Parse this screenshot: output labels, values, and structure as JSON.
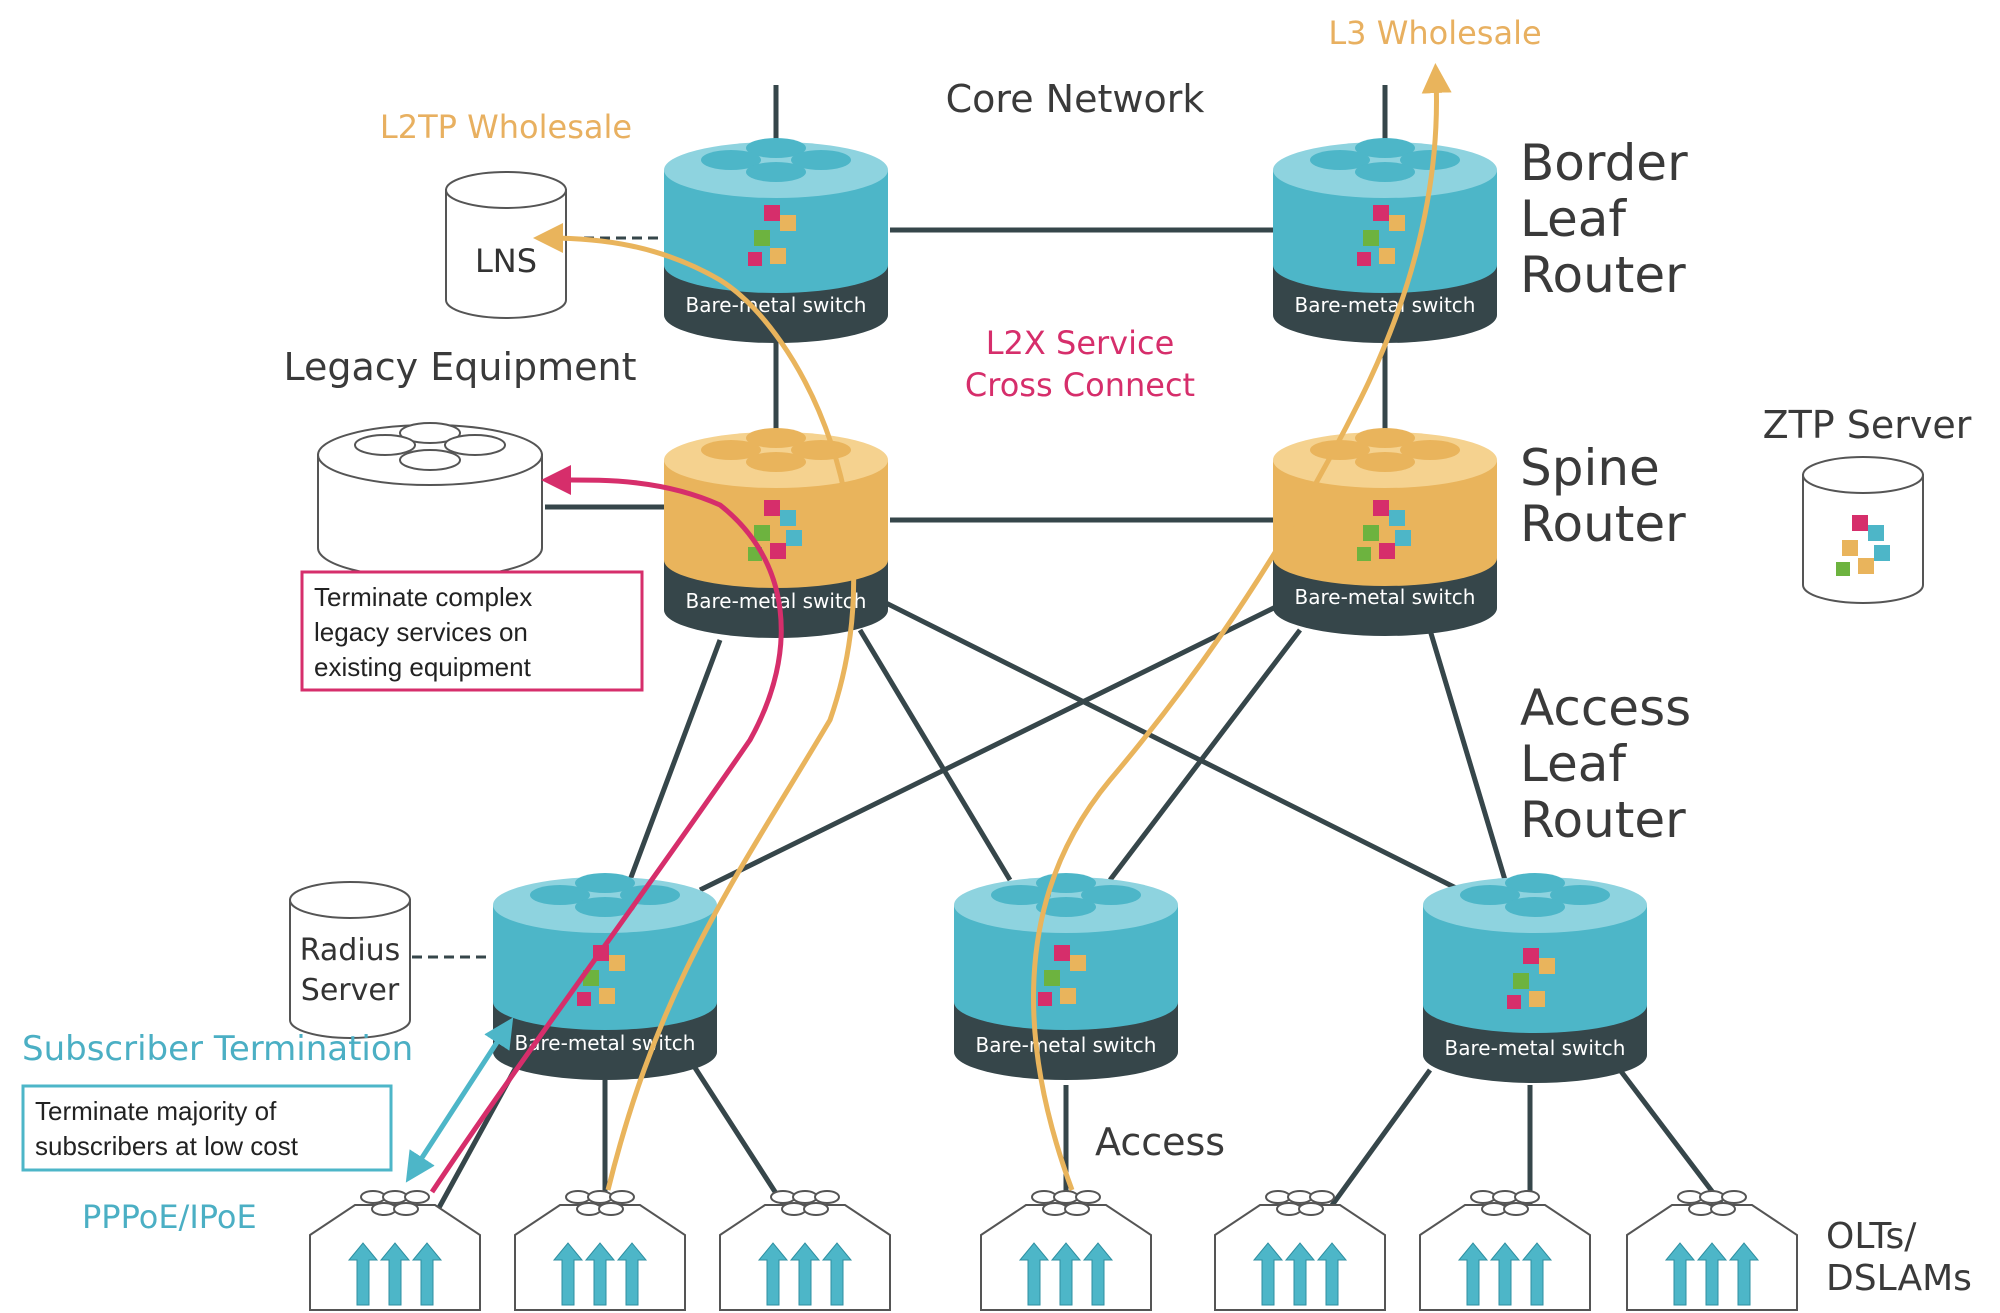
{
  "labels": {
    "core_network": "Core Network",
    "l3_wholesale": "L3 Wholesale",
    "l2tp_wholesale": "L2TP Wholesale",
    "legacy_equipment": "Legacy Equipment",
    "l2x_line1": "L2X Service",
    "l2x_line2": "Cross Connect",
    "border_leaf": [
      "Border",
      "Leaf",
      "Router"
    ],
    "spine": [
      "Spine",
      "Router"
    ],
    "access_leaf": [
      "Access",
      "Leaf",
      "Router"
    ],
    "ztp_server": "ZTP Server",
    "subscriber_termination": "Subscriber Termination",
    "pppoe": "PPPoE/IPoE",
    "access": "Access",
    "olts": [
      "OLTs/",
      "DSLAMs"
    ]
  },
  "nodes": {
    "lns": "LNS",
    "radius": [
      "Radius",
      "Server"
    ]
  },
  "switch_label": "Bare-metal switch",
  "notes": {
    "legacy": [
      "Terminate complex",
      "legacy services on",
      "existing equipment"
    ],
    "subscriber": [
      "Terminate majority of",
      "subscribers at low cost"
    ]
  },
  "colors": {
    "teal": "#4DB6C8",
    "teal_top": "#62C3D4",
    "orange": "#E9B45C",
    "orange_top": "#F2C775",
    "dark": "#36464A",
    "label_orange": "#E8B060",
    "label_pink": "#D62E6B",
    "label_teal": "#4BAFC4",
    "text_dark": "#3A3A3A"
  }
}
